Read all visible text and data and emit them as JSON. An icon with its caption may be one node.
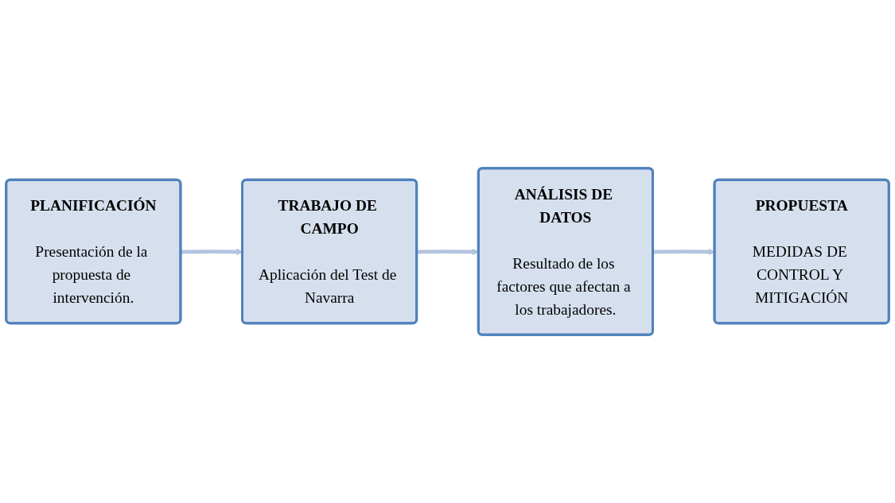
{
  "diagram": {
    "nodes": [
      {
        "text": [
          "PLANIFICACIÓN",
          "Presentación de la propuesta de intervención."
        ]
      },
      {
        "text": [
          "TRABAJO DE CAMPO",
          "Aplicación del Test de Navarra"
        ]
      },
      {
        "text": [
          "ANÁLISIS DE DATOS",
          "Resultado de los factores que afectan a los trabajadores."
        ]
      },
      {
        "text": [
          "PROPUESTA",
          "MEDIDAS DE CONTROL Y MITIGACIÓN"
        ]
      }
    ],
    "edges": [
      {
        "from": 0,
        "to": 1,
        "arrow": "to"
      },
      {
        "from": 1,
        "to": 2,
        "arrow": "to"
      },
      {
        "from": 2,
        "to": 3,
        "arrow": "to"
      }
    ]
  }
}
